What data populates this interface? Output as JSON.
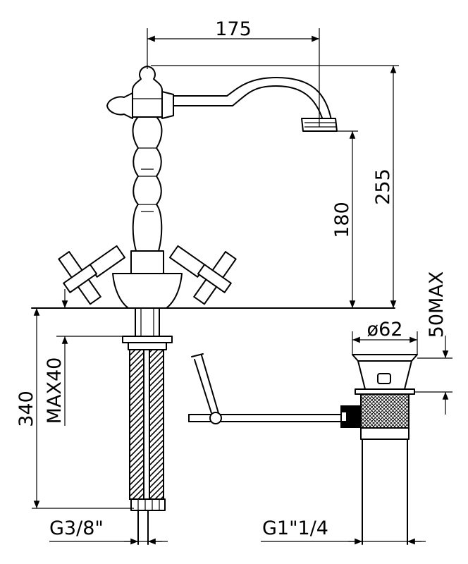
{
  "dimensions": {
    "spout_reach": "175",
    "total_height": "255",
    "spout_height": "180",
    "below_deck_length": "340",
    "max_thickness": "MAX40",
    "waste_max": "50MAX",
    "waste_diameter": "ø62",
    "inlet_thread": "G3/8\"",
    "waste_thread": "G1\"1/4"
  }
}
